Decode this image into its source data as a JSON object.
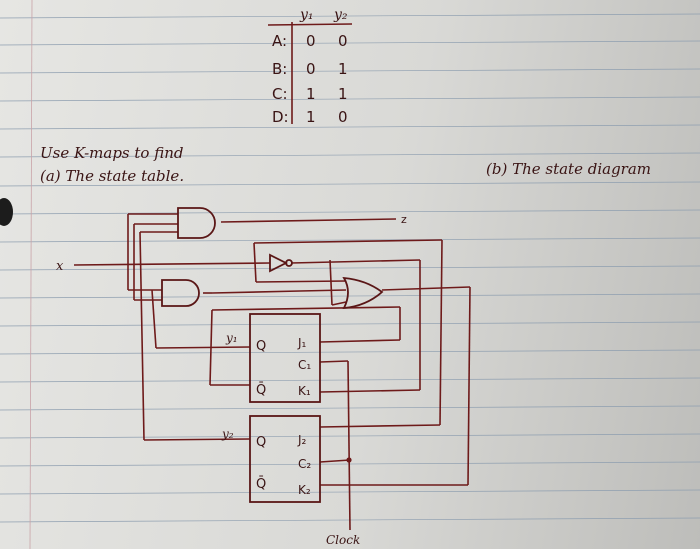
{
  "table": {
    "headers": [
      "y₁",
      "y₂"
    ],
    "rows": [
      {
        "label": "A:",
        "y1": "0",
        "y2": "0"
      },
      {
        "label": "B:",
        "y1": "0",
        "y2": "1"
      },
      {
        "label": "C:",
        "y1": "1",
        "y2": "1"
      },
      {
        "label": "D:",
        "y1": "1",
        "y2": "0"
      }
    ]
  },
  "instructions": {
    "line1": "Use K-maps to find",
    "part_a": "(a) The state table.",
    "part_b": "(b) The state diagram"
  },
  "circuit": {
    "input_x": "x",
    "output_z": "z",
    "clock": "Clock",
    "ff1": {
      "state": "y₁",
      "q": "Q",
      "qbar": "Q̄",
      "j": "J₁",
      "c": "C₁",
      "k": "K₁"
    },
    "ff2": {
      "state": "y₂",
      "q": "Q",
      "qbar": "Q̄",
      "j": "J₂",
      "c": "C₂",
      "k": "K₂"
    }
  }
}
